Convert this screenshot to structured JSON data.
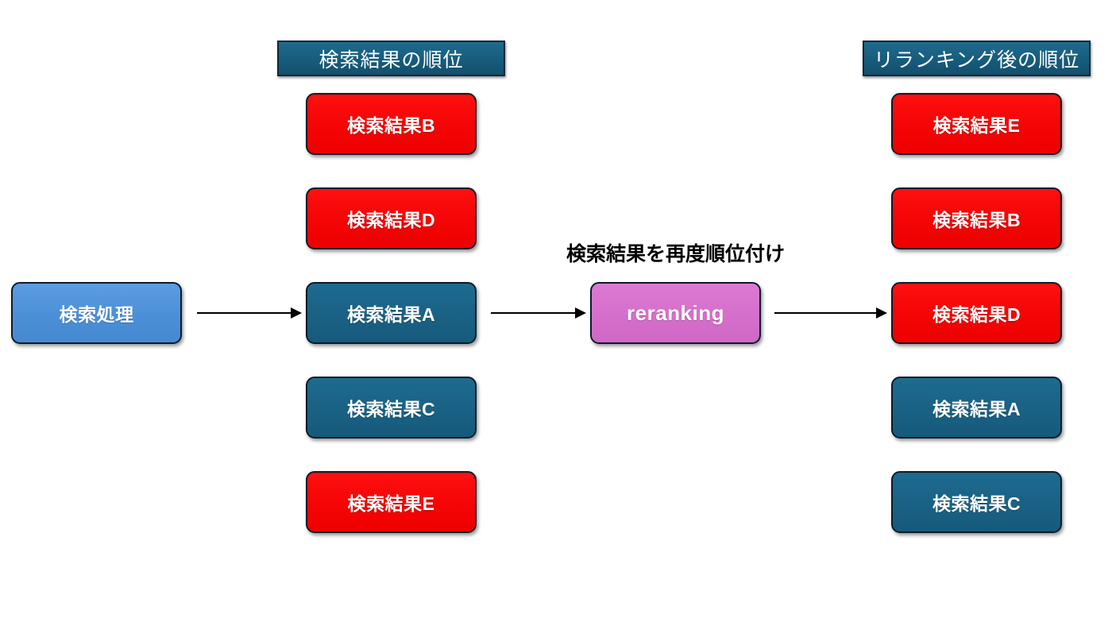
{
  "diagram": {
    "title_caption": "検索結果を再度順位付け",
    "columns": {
      "left_header": "検索結果の順位",
      "right_header": "リランキング後の順位"
    },
    "source_node": {
      "label": "検索処理",
      "color": "#4B90D7"
    },
    "process_node": {
      "label": "reranking",
      "color": "#D56FCB"
    },
    "before_list": [
      {
        "label": "検索結果B",
        "color": "#EF0000",
        "state": "red"
      },
      {
        "label": "検索結果D",
        "color": "#EF0000",
        "state": "red"
      },
      {
        "label": "検索結果A",
        "color": "#1A6184",
        "state": "teal"
      },
      {
        "label": "検索結果C",
        "color": "#1A6184",
        "state": "teal"
      },
      {
        "label": "検索結果E",
        "color": "#EF0000",
        "state": "red"
      }
    ],
    "after_list": [
      {
        "label": "検索結果E",
        "color": "#EF0000",
        "state": "red"
      },
      {
        "label": "検索結果B",
        "color": "#EF0000",
        "state": "red"
      },
      {
        "label": "検索結果D",
        "color": "#EF0000",
        "state": "red"
      },
      {
        "label": "検索結果A",
        "color": "#1A6184",
        "state": "teal"
      },
      {
        "label": "検索結果C",
        "color": "#1A6184",
        "state": "teal"
      }
    ],
    "arrows": [
      {
        "name": "arrow-search-to-result-a"
      },
      {
        "name": "arrow-result-a-to-reranking"
      },
      {
        "name": "arrow-reranking-to-result-d"
      }
    ]
  }
}
